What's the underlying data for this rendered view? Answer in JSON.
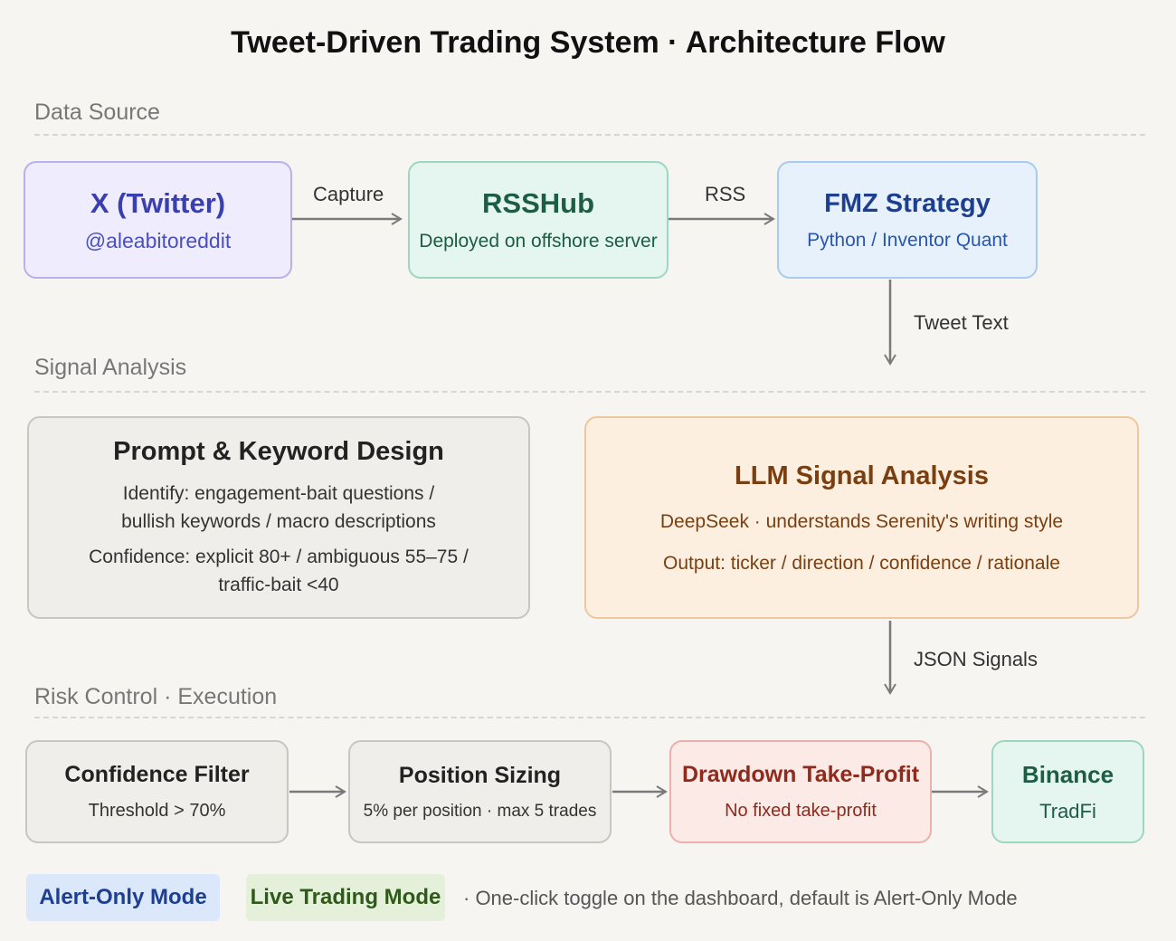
{
  "title": "Tweet-Driven Trading System · Architecture Flow",
  "sections": {
    "data_source": "Data Source",
    "signal_analysis": "Signal Analysis",
    "risk_execution": "Risk Control · Execution"
  },
  "nodes": {
    "twitter": {
      "title": "X (Twitter)",
      "sub": "@aleabitoreddit"
    },
    "rsshub": {
      "title": "RSSHub",
      "sub": "Deployed on offshore server"
    },
    "fmz": {
      "title": "FMZ Strategy",
      "sub": "Python / Inventor Quant"
    },
    "prompt": {
      "title": "Prompt & Keyword Design",
      "line1": "Identify: engagement-bait questions /",
      "line2": "bullish keywords / macro descriptions",
      "line3": "Confidence: explicit 80+ / ambiguous 55–75 /",
      "line4": "traffic-bait <40"
    },
    "llm": {
      "title": "LLM Signal Analysis",
      "line1": "DeepSeek · understands Serenity's writing style",
      "line2": "Output: ticker / direction / confidence / rationale"
    },
    "confidence": {
      "title": "Confidence Filter",
      "sub": "Threshold > 70%"
    },
    "position": {
      "title": "Position Sizing",
      "sub": "5% per position · max 5 trades"
    },
    "drawdown": {
      "title": "Drawdown Take-Profit",
      "sub": "No fixed take-profit"
    },
    "binance": {
      "title": "Binance",
      "sub": "TradFi"
    }
  },
  "edges": {
    "capture": "Capture",
    "rss": "RSS",
    "tweet_text": "Tweet Text",
    "json_signals": "JSON Signals"
  },
  "modes": {
    "alert": "Alert-Only Mode",
    "live": "Live Trading Mode",
    "note": "· One-click toggle on the dashboard, default is Alert-Only Mode"
  },
  "colors": {
    "twitter_border": "#b9b0ec",
    "twitter_fill": "#efecfd",
    "twitter_text": "#3a3fb0",
    "rsshub_border": "#9fd6c2",
    "rsshub_fill": "#e5f5ef",
    "rsshub_text": "#1d5c45",
    "fmz_border": "#a9cbee",
    "fmz_fill": "#e6f1fc",
    "fmz_text": "#1e3f8f",
    "neutral_border": "#c9c6c0",
    "neutral_fill": "#f0eeea",
    "llm_border": "#edc79e",
    "llm_fill": "#fcefe0",
    "llm_text": "#7a3f10",
    "drawdown_border": "#ecb1aa",
    "drawdown_fill": "#fbeae6",
    "drawdown_text": "#8f2a1c",
    "binance_border": "#9fd6c2",
    "binance_fill": "#e5f5ef",
    "binance_text": "#1d5c45",
    "alert_fill": "#dbe7fa",
    "alert_text": "#1e3f8f",
    "live_fill": "#e4f0da",
    "live_text": "#2f5a1a"
  }
}
